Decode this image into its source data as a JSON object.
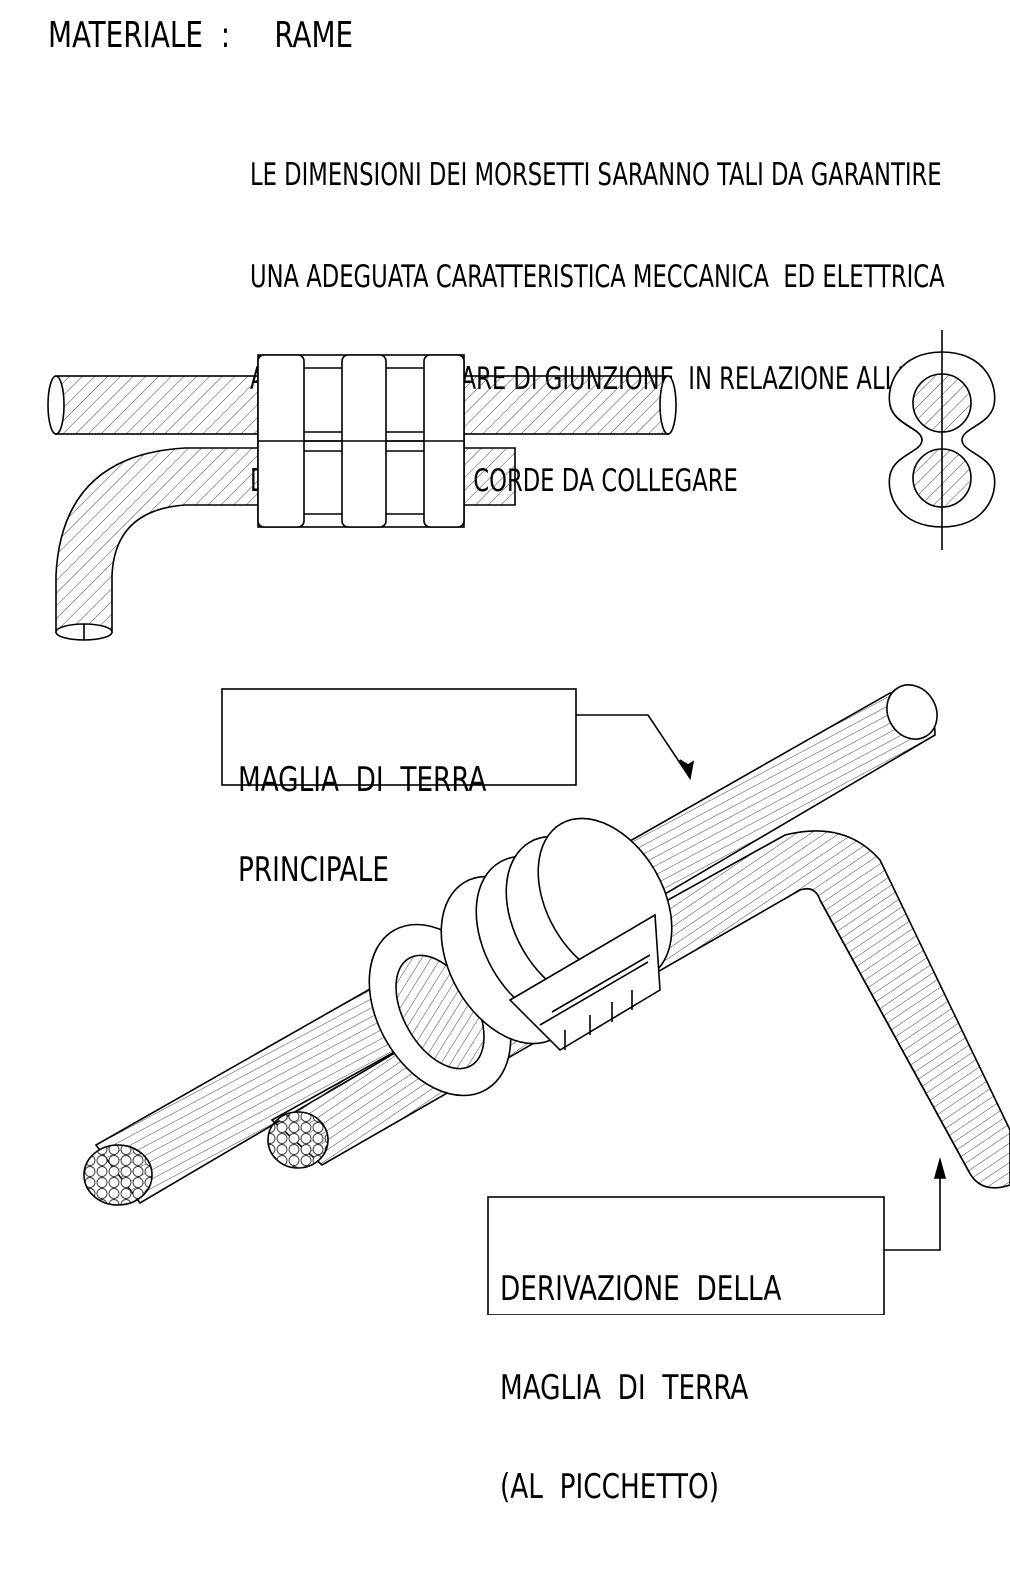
{
  "material": {
    "label": "MATERIALE",
    "separator": ":",
    "value": "RAME"
  },
  "note": {
    "lines": [
      "LE DIMENSIONI DEI MORSETTI SARANNO TALI DA GARANTIRE",
      "UNA ADEGUATA CARATTERISTICA MECCANICA  ED ELETTRICA",
      "AL  TIPO PARTICOLARE DI GIUNZIONE  IN RELAZIONE ALLE",
      "DIMENSIONI DELLE CORDE DA COLLEGARE"
    ]
  },
  "callouts": {
    "main_mesh": {
      "lines": [
        "MAGLIA  DI  TERRA",
        "PRINCIPALE"
      ]
    },
    "branch": {
      "lines": [
        "DERIVAZIONE  DELLA",
        "MAGLIA  DI  TERRA",
        "(AL  PICCHETTO)"
      ]
    }
  },
  "colors": {
    "line": "#000000",
    "hatch": "#555555",
    "background": "#ffffff"
  }
}
